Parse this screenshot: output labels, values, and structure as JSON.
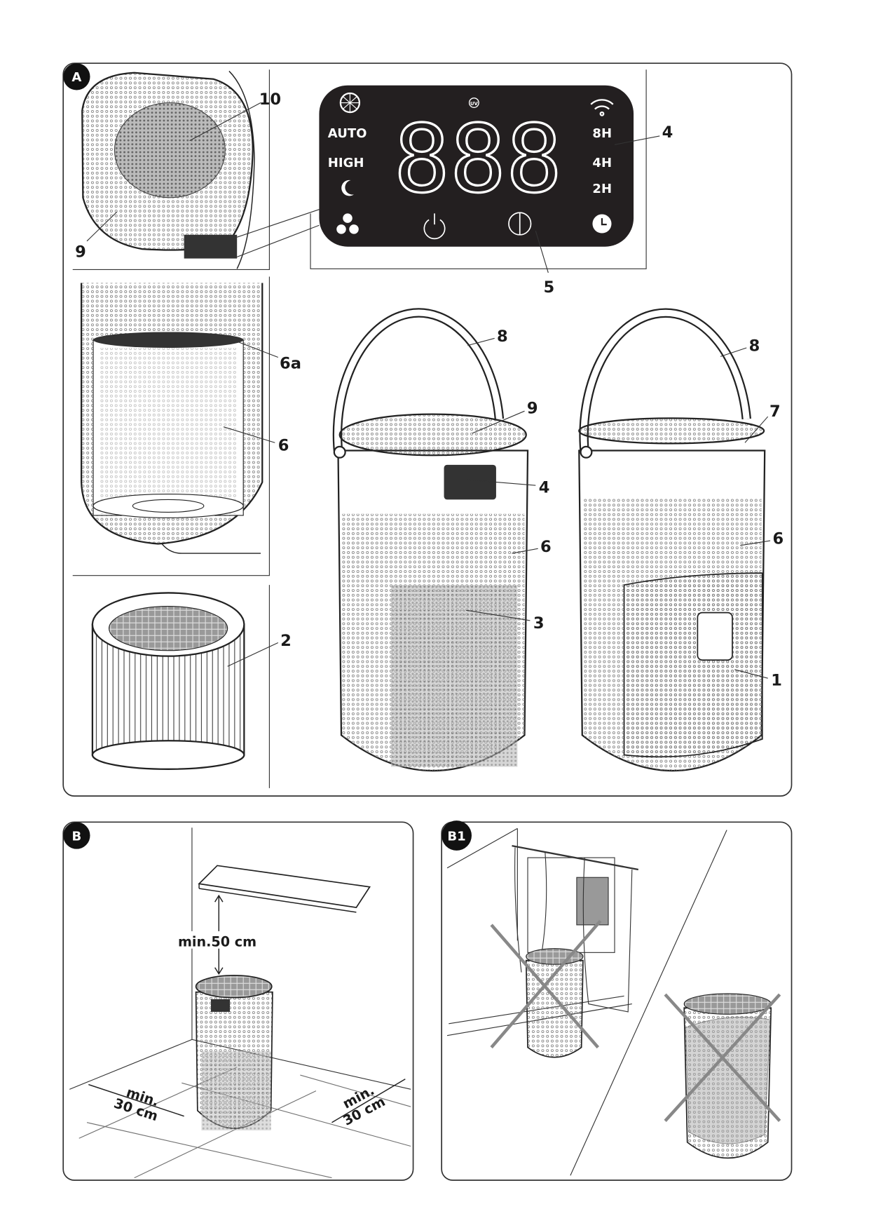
{
  "panels": {
    "a": {
      "badge": "A"
    },
    "b": {
      "badge": "B"
    },
    "b1": {
      "badge": "B1"
    }
  },
  "display": {
    "mode_auto": "AUTO",
    "mode_high": "HIGH",
    "timer_8h": "8H",
    "timer_4h": "4H",
    "timer_2h": "2H",
    "digits": "888",
    "uv_label": "UV"
  },
  "callouts": {
    "top_grille_filter": "10",
    "top_grille": "9",
    "display_panel": "4",
    "uv_button": "5",
    "filter_top": "6a",
    "housing_inner": "6",
    "filter_cartridge": "2",
    "handle_front": "8",
    "grille_front": "9",
    "display_front": "4",
    "housing_front": "6",
    "air_inlet": "3",
    "handle_back": "8",
    "outlet_ring": "7",
    "housing_back": "6",
    "back_cover": "1"
  },
  "placement": {
    "min_above": "min.50 cm",
    "min_left_1": "min.",
    "min_left_2": "30 cm",
    "min_right_1": "min.",
    "min_right_2": "30 cm"
  },
  "colors": {
    "ink": "#1a1a1a",
    "display_bg": "#231f20",
    "cross": "#888888"
  }
}
